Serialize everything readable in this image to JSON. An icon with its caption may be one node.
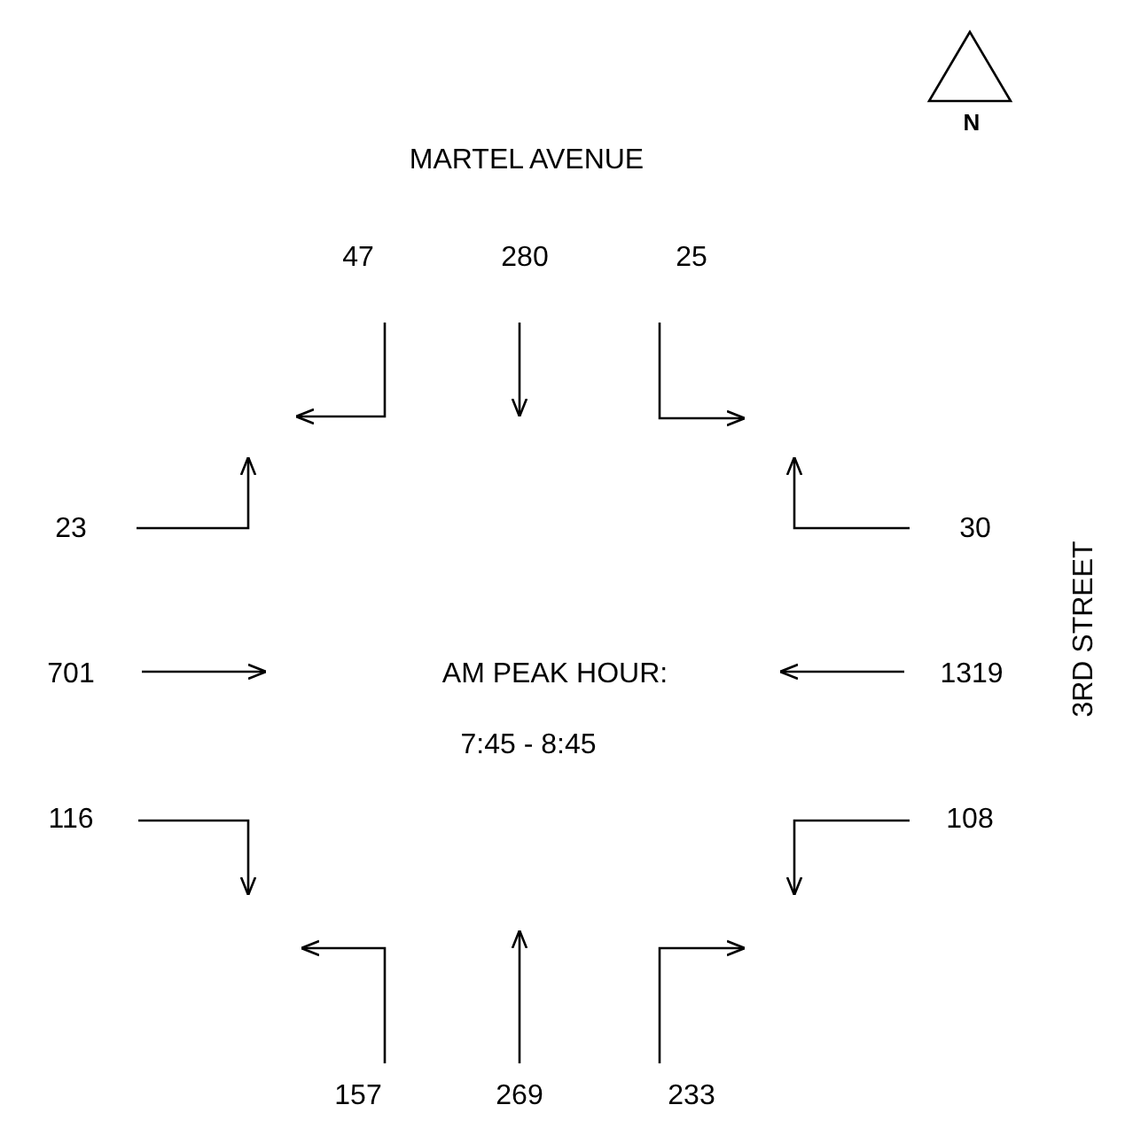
{
  "diagram": {
    "labels": [
      "N",
      "MARTEL AVENUE",
      "47",
      "280",
      "25",
      "23",
      "30",
      "701",
      "AM PEAK HOUR:",
      "1319",
      "3RD STREET",
      "7:45 - 8:45",
      "116",
      "108",
      "157",
      "269",
      "233"
    ]
  }
}
